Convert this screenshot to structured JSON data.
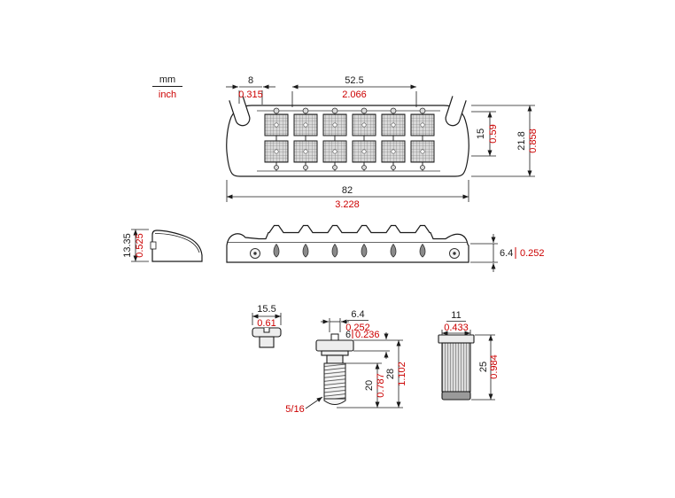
{
  "legend": {
    "mm_label": "mm",
    "inch_label": "inch"
  },
  "colors": {
    "mm_text": "#1a1a1a",
    "inch_text": "#cc0000",
    "line": "#1a1a1a"
  },
  "top_view": {
    "dim_8": {
      "mm": "8",
      "inch": "0.315"
    },
    "dim_52_5": {
      "mm": "52.5",
      "inch": "2.066"
    },
    "dim_15": {
      "mm": "15",
      "inch": "0.59"
    },
    "dim_21_8": {
      "mm": "21.8",
      "inch": "0.858"
    },
    "dim_82": {
      "mm": "82",
      "inch": "3.228"
    }
  },
  "side_view": {
    "dim_13_35": {
      "mm": "13.35",
      "inch": "0.525"
    },
    "dim_6_4": {
      "mm": "6.4",
      "inch": "0.252"
    }
  },
  "stud": {
    "dim_15_5": {
      "mm": "15.5",
      "inch": "0.61"
    },
    "dim_6_4": {
      "mm": "6.4",
      "inch": "0.252"
    },
    "dim_6": {
      "mm": "6",
      "inch": "0.236"
    },
    "dim_28": {
      "mm": "28",
      "inch": "1.102"
    },
    "dim_20": {
      "mm": "20",
      "inch": "0.787"
    },
    "thread_spec": "5/16"
  },
  "bushing": {
    "dim_11": {
      "mm": "11",
      "inch": "0.433"
    },
    "dim_25": {
      "mm": "25",
      "inch": "0.984"
    }
  }
}
